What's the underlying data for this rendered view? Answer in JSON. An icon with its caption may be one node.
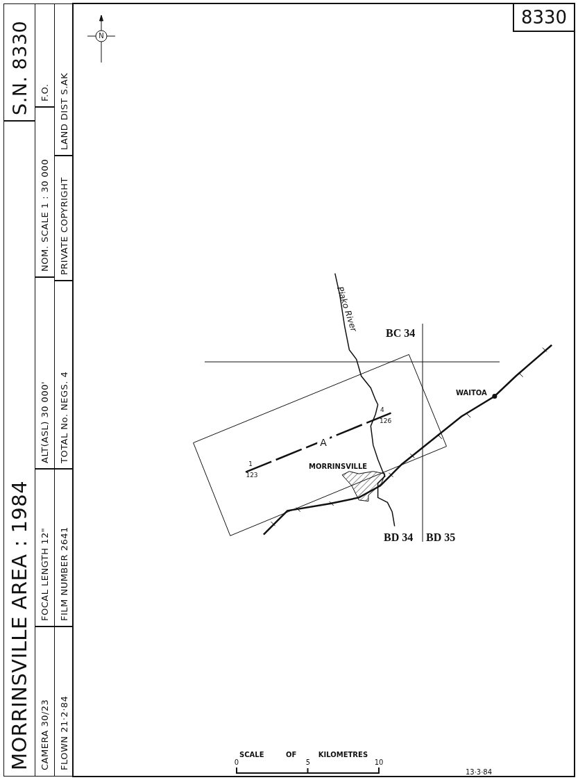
{
  "diagram": {
    "title": "MORRINSVILLE AREA : 1984",
    "labels": [
      "S.N. 8330",
      "CAMERA 30/23",
      "FOCAL LENGTH 12\"",
      "ALT(ASL) 30 000'",
      "NOM. SCALE 1 : 30 000",
      "F.O.",
      "FLOWN 21·2·84",
      "FILM NUMBER 2641",
      "TOTAL No. NEGS. 4",
      "PRIVATE COPYRIGHT",
      "LAND DIST S.AK",
      "8330",
      "N",
      "Piako River",
      "BC 34",
      "WAITOA",
      "4",
      "126",
      "A",
      "1",
      "123",
      "MORRINSVILLE",
      "BD 34",
      "BD 35",
      "SCALE OF KILOMETRES",
      "0",
      "5",
      "10",
      "13·3·84"
    ]
  }
}
